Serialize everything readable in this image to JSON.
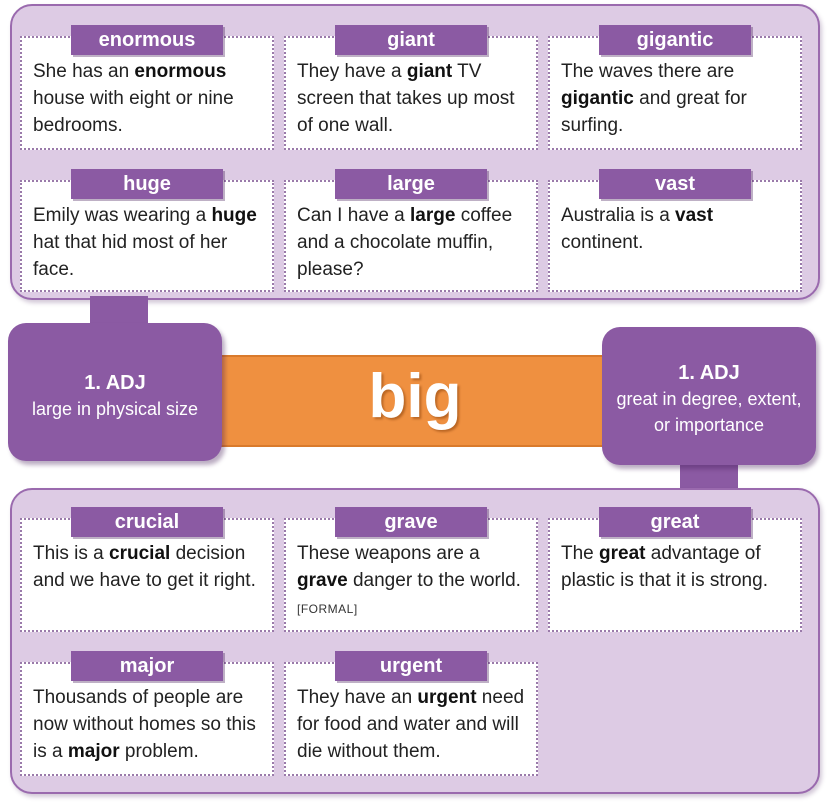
{
  "headword": "big",
  "senses": [
    {
      "number": "1. ADJ",
      "definition": "large in physical size"
    },
    {
      "number": "1. ADJ",
      "definition_lines": [
        "great in degree, extent,",
        "or importance"
      ]
    }
  ],
  "synonyms_physical": [
    {
      "word": "enormous",
      "parts": [
        "She has an ",
        "enormous",
        " house with eight or nine bedrooms."
      ]
    },
    {
      "word": "giant",
      "parts": [
        "They have a ",
        "giant",
        " TV screen that takes up most of one wall."
      ]
    },
    {
      "word": "gigantic",
      "parts": [
        "The waves there are ",
        "gigantic",
        " and great for surfing."
      ]
    },
    {
      "word": "huge",
      "parts": [
        "Emily was wearing a ",
        "huge",
        " hat that hid most of her face."
      ]
    },
    {
      "word": "large",
      "parts": [
        "Can I have a ",
        "large",
        " coffee and a chocolate muffin, please?"
      ]
    },
    {
      "word": "vast",
      "parts": [
        "Australia is a ",
        "vast",
        " continent."
      ]
    }
  ],
  "synonyms_degree": [
    {
      "word": "crucial",
      "parts": [
        "This is a ",
        "crucial",
        " decision and we have to get it right."
      ]
    },
    {
      "word": "grave",
      "parts": [
        "These weapons are a ",
        "grave",
        " danger to the world."
      ],
      "register": "[FORMAL]"
    },
    {
      "word": "great",
      "parts": [
        "The ",
        "great",
        " advantage of plastic is that it is strong."
      ]
    },
    {
      "word": "major",
      "parts": [
        "Thousands of people are now without homes so this is a ",
        "major",
        " problem."
      ]
    },
    {
      "word": "urgent",
      "parts": [
        "They have an ",
        "urgent",
        " need for food and water and will die without them."
      ]
    }
  ],
  "colors": {
    "purple": "#8b5aa3",
    "panel": "#ddcbe4",
    "orange": "#ef9040"
  }
}
